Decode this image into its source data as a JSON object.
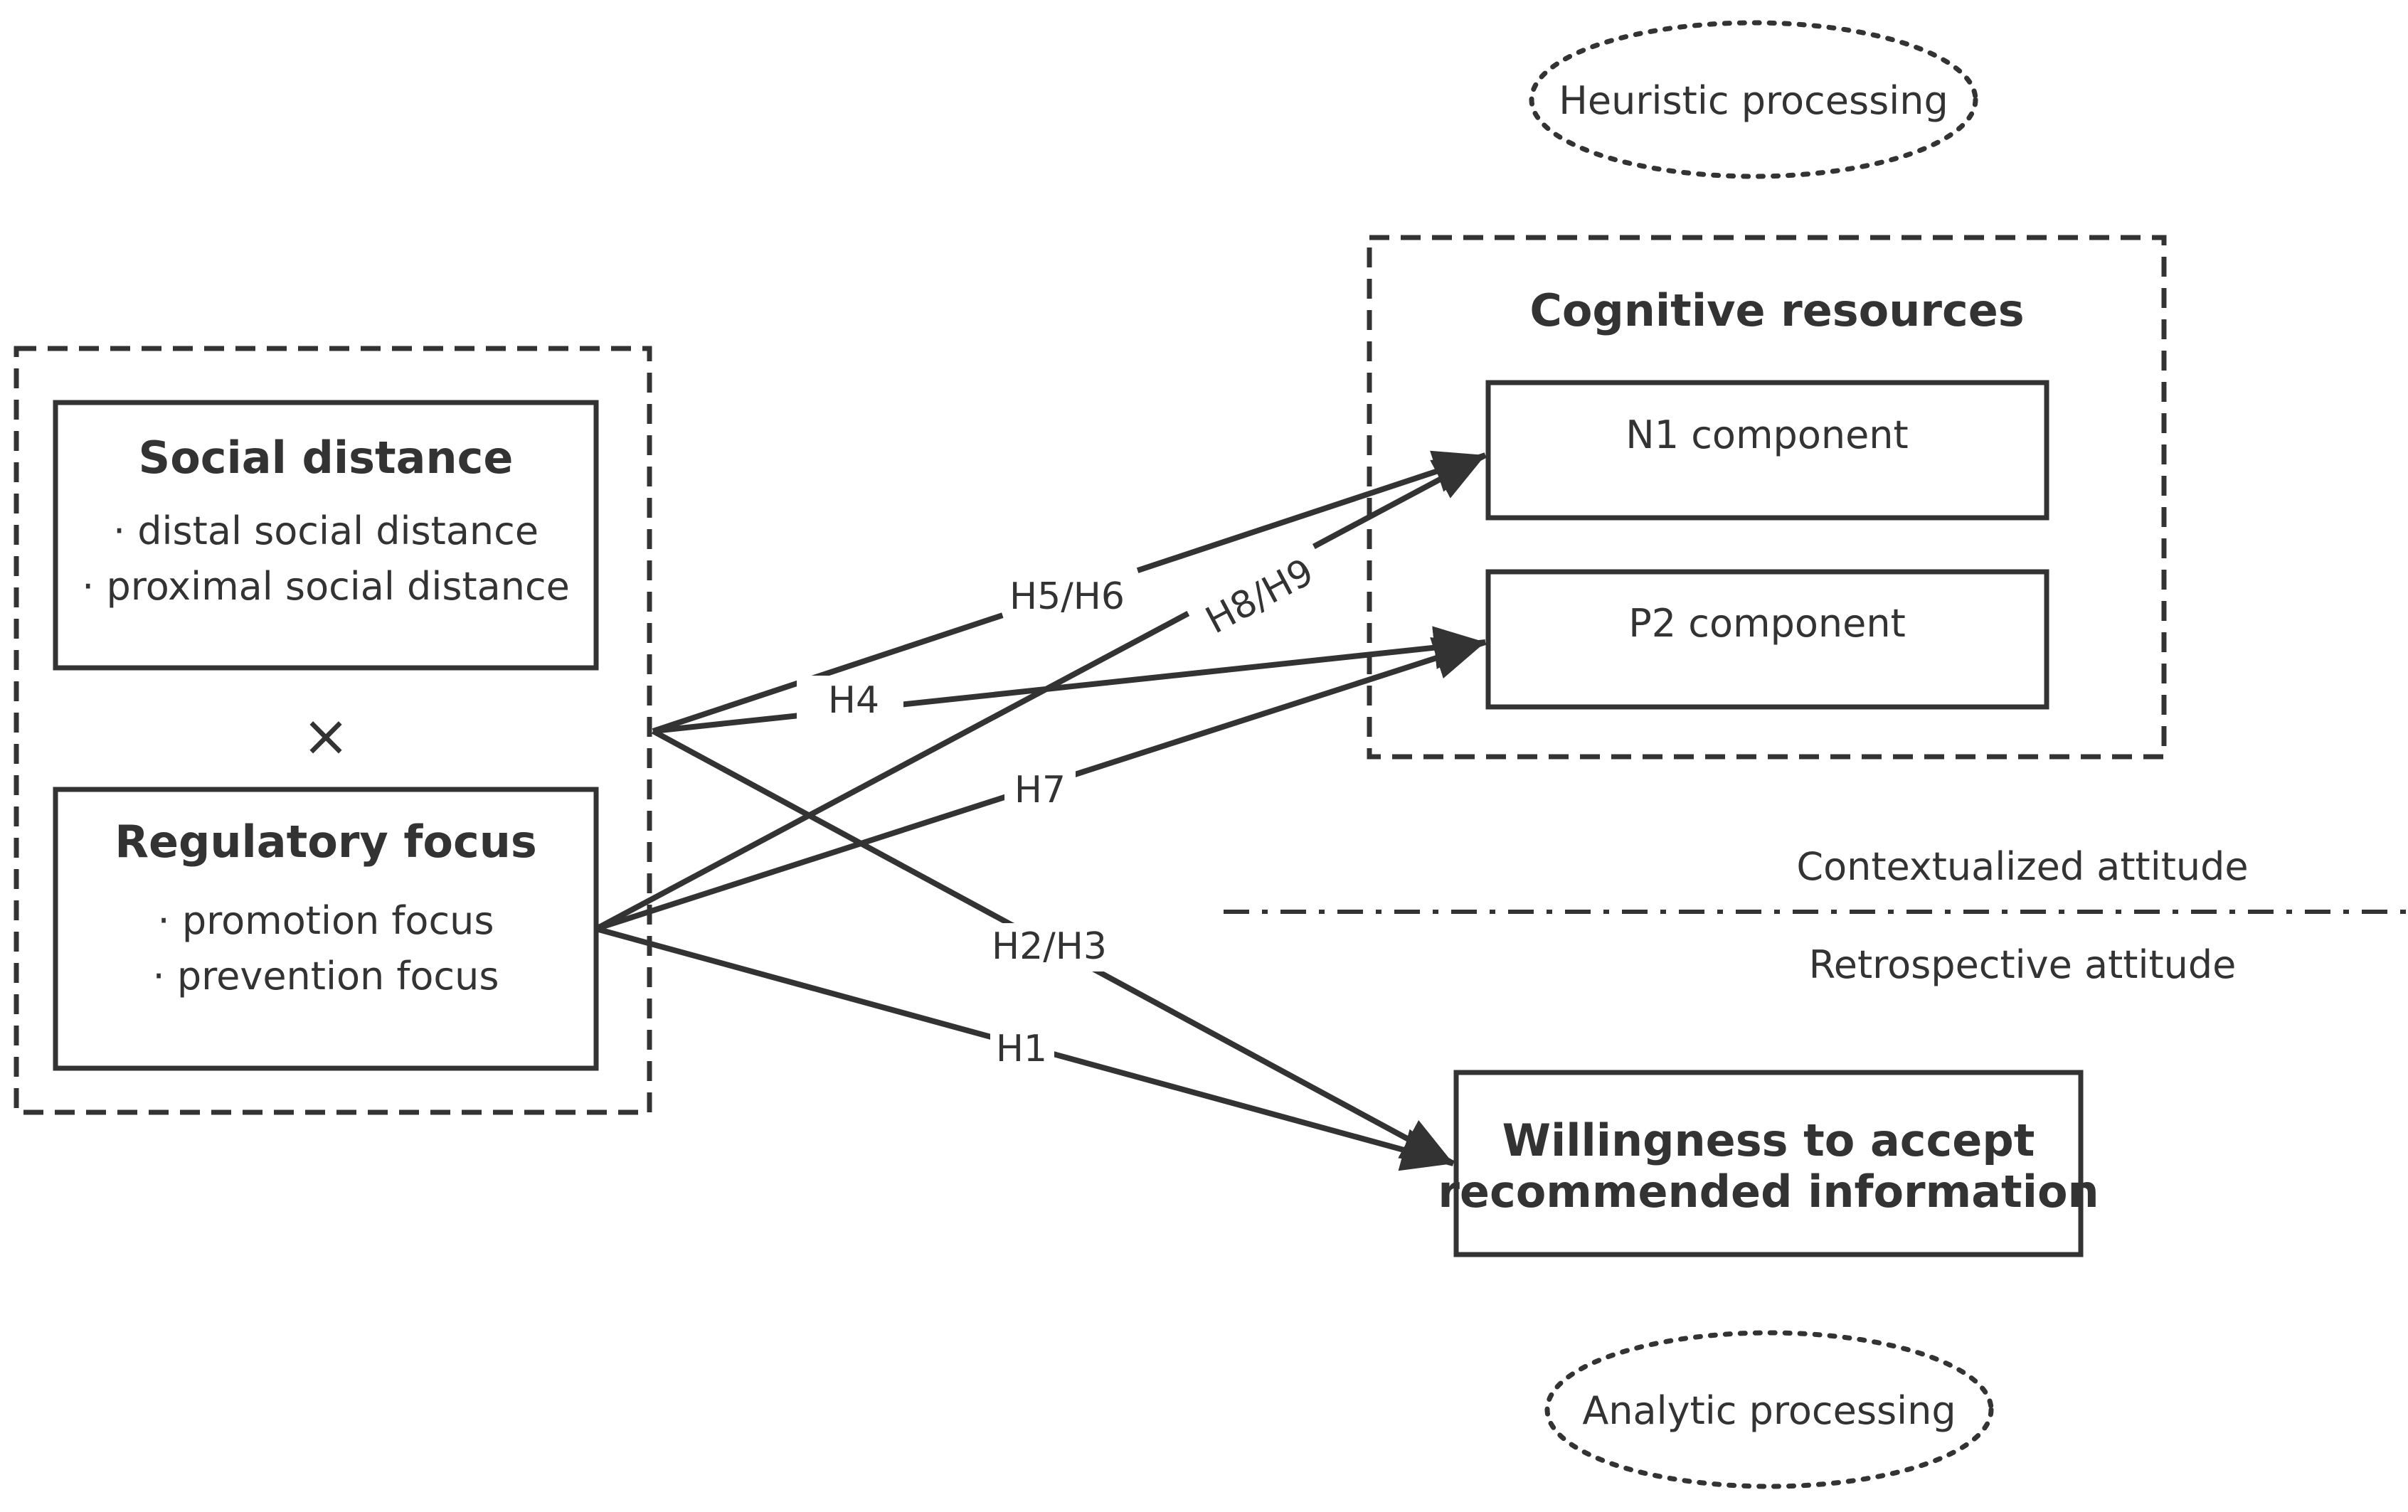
{
  "diagram": {
    "heuristic": "Heuristic processing",
    "analytic": "Analytic processing",
    "cognitive_title": "Cognitive resources",
    "n1": "N1 component",
    "p2": "P2 component",
    "social": {
      "title": "Social distance",
      "item1": "· distal social distance",
      "item2": "· proximal social distance"
    },
    "times": "×",
    "regulatory": {
      "title": "Regulatory focus",
      "item1": "· promotion focus",
      "item2": "· prevention focus"
    },
    "contextualized": "Contextualized attitude",
    "retrospective": "Retrospective attitude",
    "willingness": {
      "line1": "Willingness to accept",
      "line2": "recommended information"
    },
    "hypotheses": {
      "h5h6": "H5/H6",
      "h8h9": "H8/H9",
      "h4": "H4",
      "h7": "H7",
      "h2h3": "H2/H3",
      "h1": "H1"
    },
    "colors": {
      "ink": "#333333",
      "background": "#ffffff"
    }
  }
}
